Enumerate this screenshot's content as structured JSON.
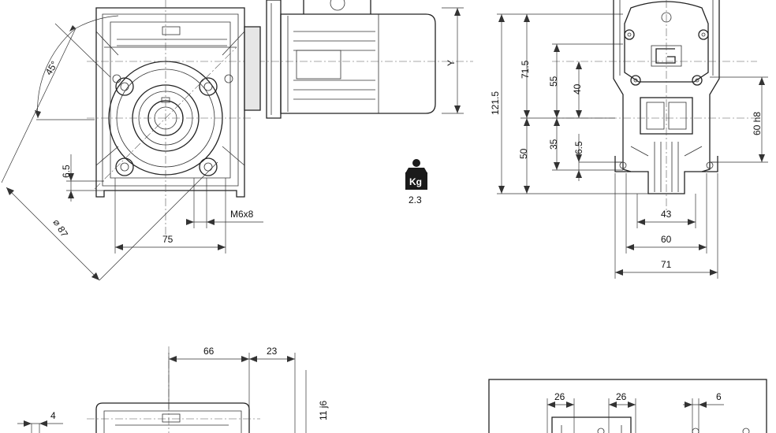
{
  "dimensions": {
    "angle": "45°",
    "y_label": "Y",
    "d_6_5_left": "6.5",
    "dia_87": "⌀ 87",
    "m6x8": "M6x8",
    "d_75": "75",
    "d_121_5": "121.5",
    "d_71_5": "71.5",
    "d_55": "55",
    "d_40": "40",
    "d_50": "50",
    "d_35": "35",
    "d_6_5_right": "6.5",
    "d_60h8": "60 h8",
    "d_43": "43",
    "d_60": "60",
    "d_71": "71",
    "d_66": "66",
    "d_23": "23",
    "d_11j6": "11 j6",
    "d_4": "4",
    "d_26a": "26",
    "d_26b": "26",
    "d_6": "6"
  },
  "weight": {
    "unit": "Kg",
    "value": "2.3"
  },
  "colors": {
    "line": "#222222",
    "fill": "#e6e6e6",
    "badge": "#1a1a1a"
  }
}
